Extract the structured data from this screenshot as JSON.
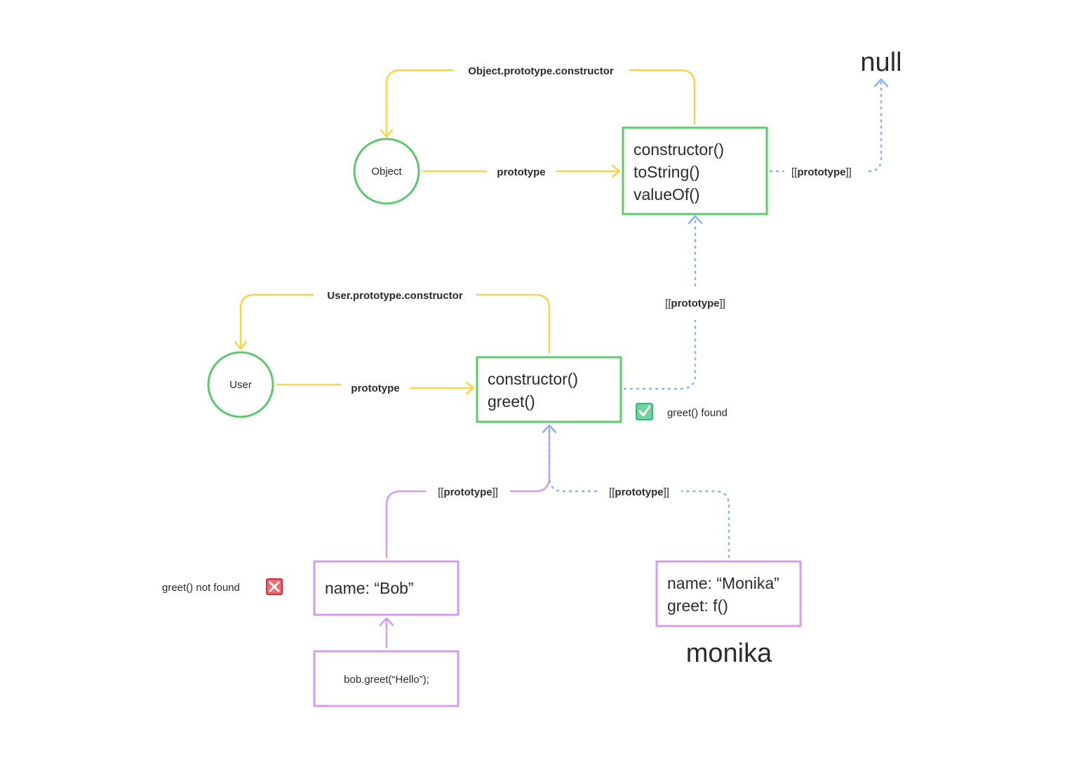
{
  "nodes": {
    "object_ctor": {
      "label": "Object"
    },
    "user_ctor": {
      "label": "User"
    },
    "object_proto": {
      "lines": [
        "constructor()",
        "toString()",
        "valueOf()"
      ]
    },
    "user_proto": {
      "lines": [
        "constructor()",
        "greet()"
      ]
    },
    "bob_obj": {
      "lines": [
        "name: “Bob”"
      ]
    },
    "monika_obj": {
      "lines": [
        "name: “Monika”",
        "greet: f()"
      ]
    },
    "call_box": {
      "label": "bob.greet(“Hello”);"
    },
    "null_label": "null",
    "monika_label": "monika"
  },
  "edges": {
    "object_proto_constructor": "Object.prototype.constructor",
    "object_prototype": "prototype",
    "object_proto_to_null": {
      "open": "[[",
      "bold": "prototype",
      "close": "]]"
    },
    "user_proto_constructor": "User.prototype.constructor",
    "user_prototype": "prototype",
    "user_proto_to_object_proto": {
      "open": "[[",
      "bold": "prototype",
      "close": "]]"
    },
    "bob_to_user_proto": {
      "open": "[[",
      "bold": "prototype",
      "close": "]]"
    },
    "monika_to_user_proto": {
      "open": "[[",
      "bold": "prototype",
      "close": "]]"
    }
  },
  "annotations": {
    "found": {
      "text": "greet()  found",
      "icon": "check-icon",
      "color": "#3fb37f"
    },
    "not_found": {
      "text": "greet() not found",
      "icon": "cross-icon",
      "color": "#e5484d"
    }
  },
  "colors": {
    "constructor_green": "#5cc96e",
    "prototype_yellow": "#f5d54a",
    "chain_blue": "#8ab4f0",
    "instance_purple": "#d39cf0"
  }
}
